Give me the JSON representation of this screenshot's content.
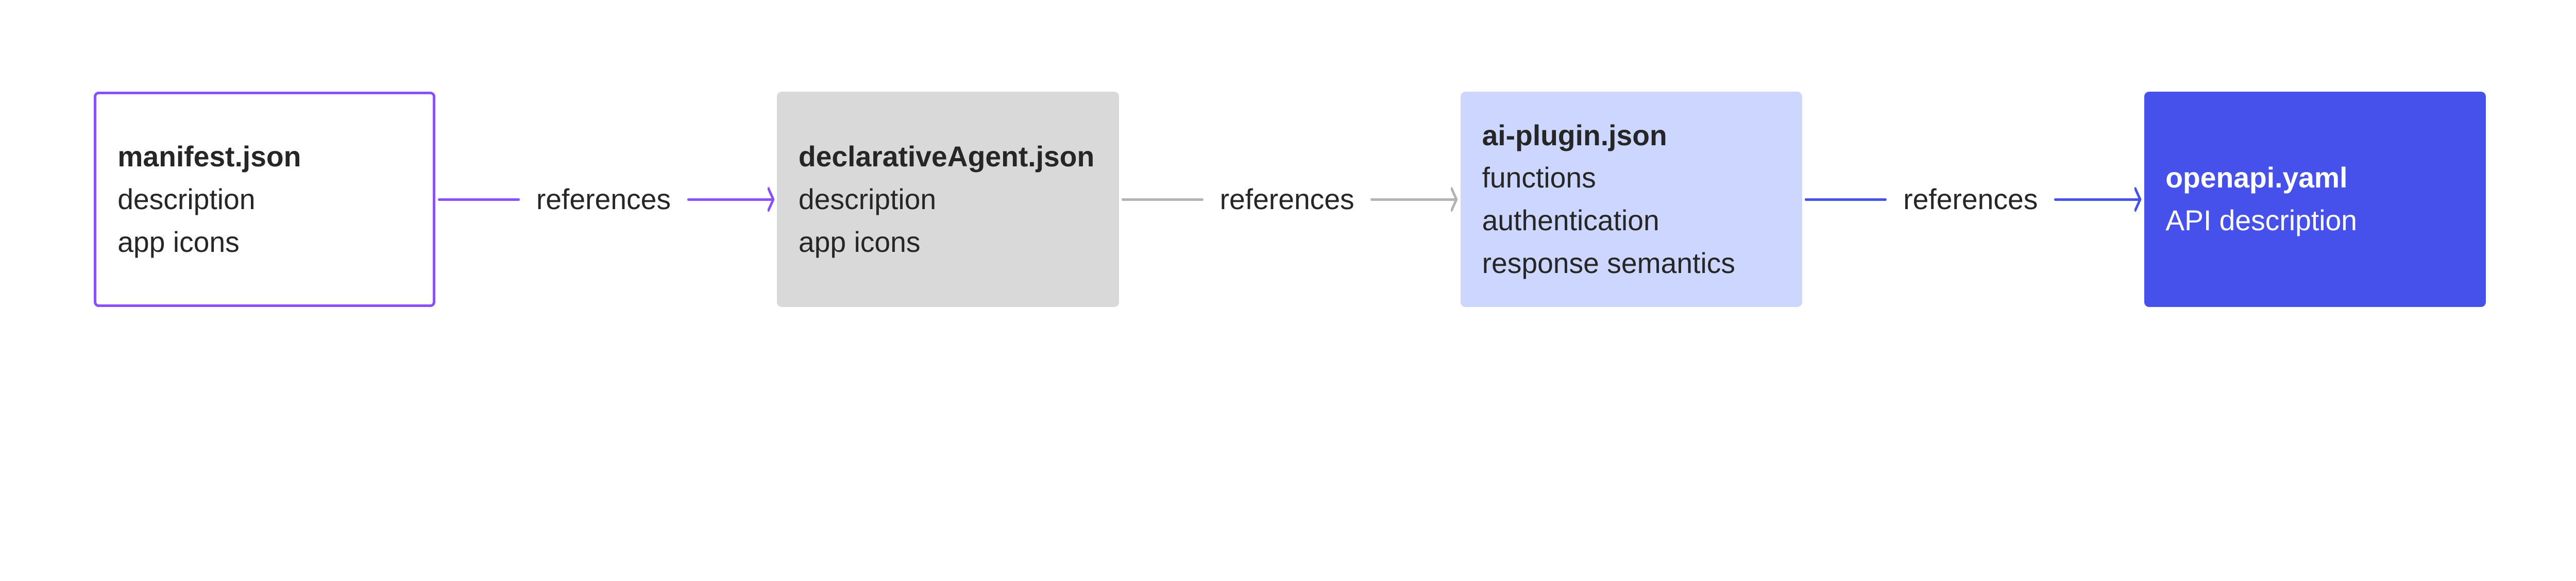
{
  "colors": {
    "manifest_border": "#8a4fff",
    "declarative_fill": "#d9d9d9",
    "plugin_fill": "#cdd6ff",
    "openapi_fill": "#4650ea",
    "arrow_purple": "#8a4fff",
    "arrow_gray": "#b3b3b3",
    "arrow_blue": "#4650ea",
    "text": "#262626"
  },
  "nodes": [
    {
      "title": "manifest.json",
      "lines": [
        "description",
        "app icons"
      ]
    },
    {
      "title": "declarativeAgent.json",
      "lines": [
        "description",
        "app icons"
      ]
    },
    {
      "title": "ai-plugin.json",
      "lines": [
        "functions",
        "authentication",
        "response semantics"
      ]
    },
    {
      "title": "openapi.yaml",
      "lines": [
        "API description"
      ]
    }
  ],
  "edges": [
    {
      "label": "references",
      "from": "manifest.json",
      "to": "declarativeAgent.json"
    },
    {
      "label": "references",
      "from": "declarativeAgent.json",
      "to": "ai-plugin.json"
    },
    {
      "label": "references",
      "from": "ai-plugin.json",
      "to": "openapi.yaml"
    }
  ]
}
